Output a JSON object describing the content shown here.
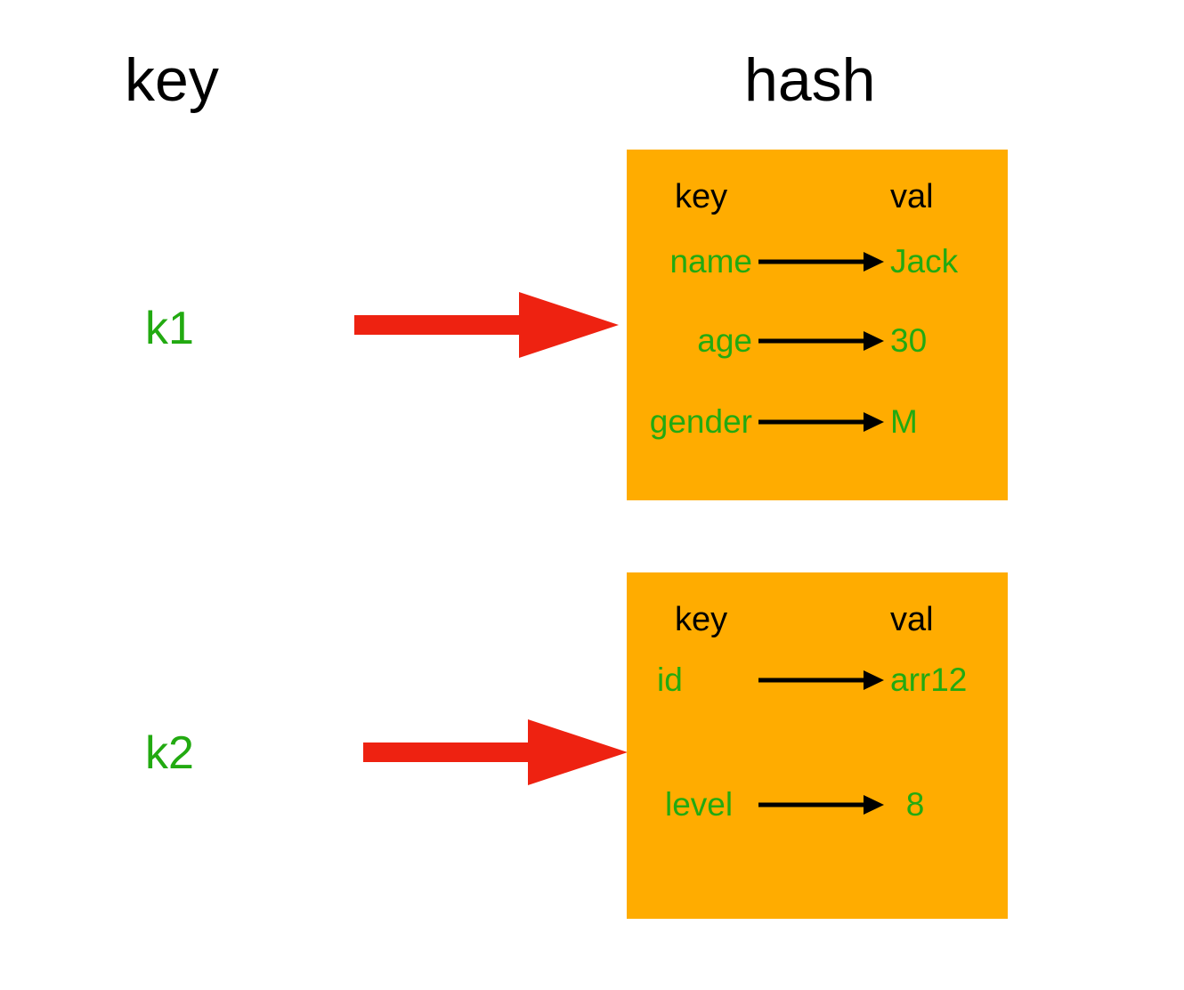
{
  "diagram": {
    "type": "redis-hash-structure",
    "columns": {
      "key_title": "key",
      "hash_title": "hash"
    },
    "colors": {
      "box_fill": "#ffac00",
      "value_text": "#22aa11",
      "header_text": "#000000",
      "pointer_arrow": "#ee2211",
      "field_arrow": "#000000",
      "background": "#ffffff"
    },
    "entries": [
      {
        "key_label": "k1",
        "box": {
          "header_key": "key",
          "header_val": "val",
          "fields": [
            {
              "key": "name",
              "val": "Jack"
            },
            {
              "key": "age",
              "val": "30"
            },
            {
              "key": "gender",
              "val": "M"
            }
          ]
        }
      },
      {
        "key_label": "k2",
        "box": {
          "header_key": "key",
          "header_val": "val",
          "fields": [
            {
              "key": "id",
              "val": "arr12"
            },
            {
              "key": "level",
              "val": "8"
            }
          ]
        }
      }
    ]
  }
}
